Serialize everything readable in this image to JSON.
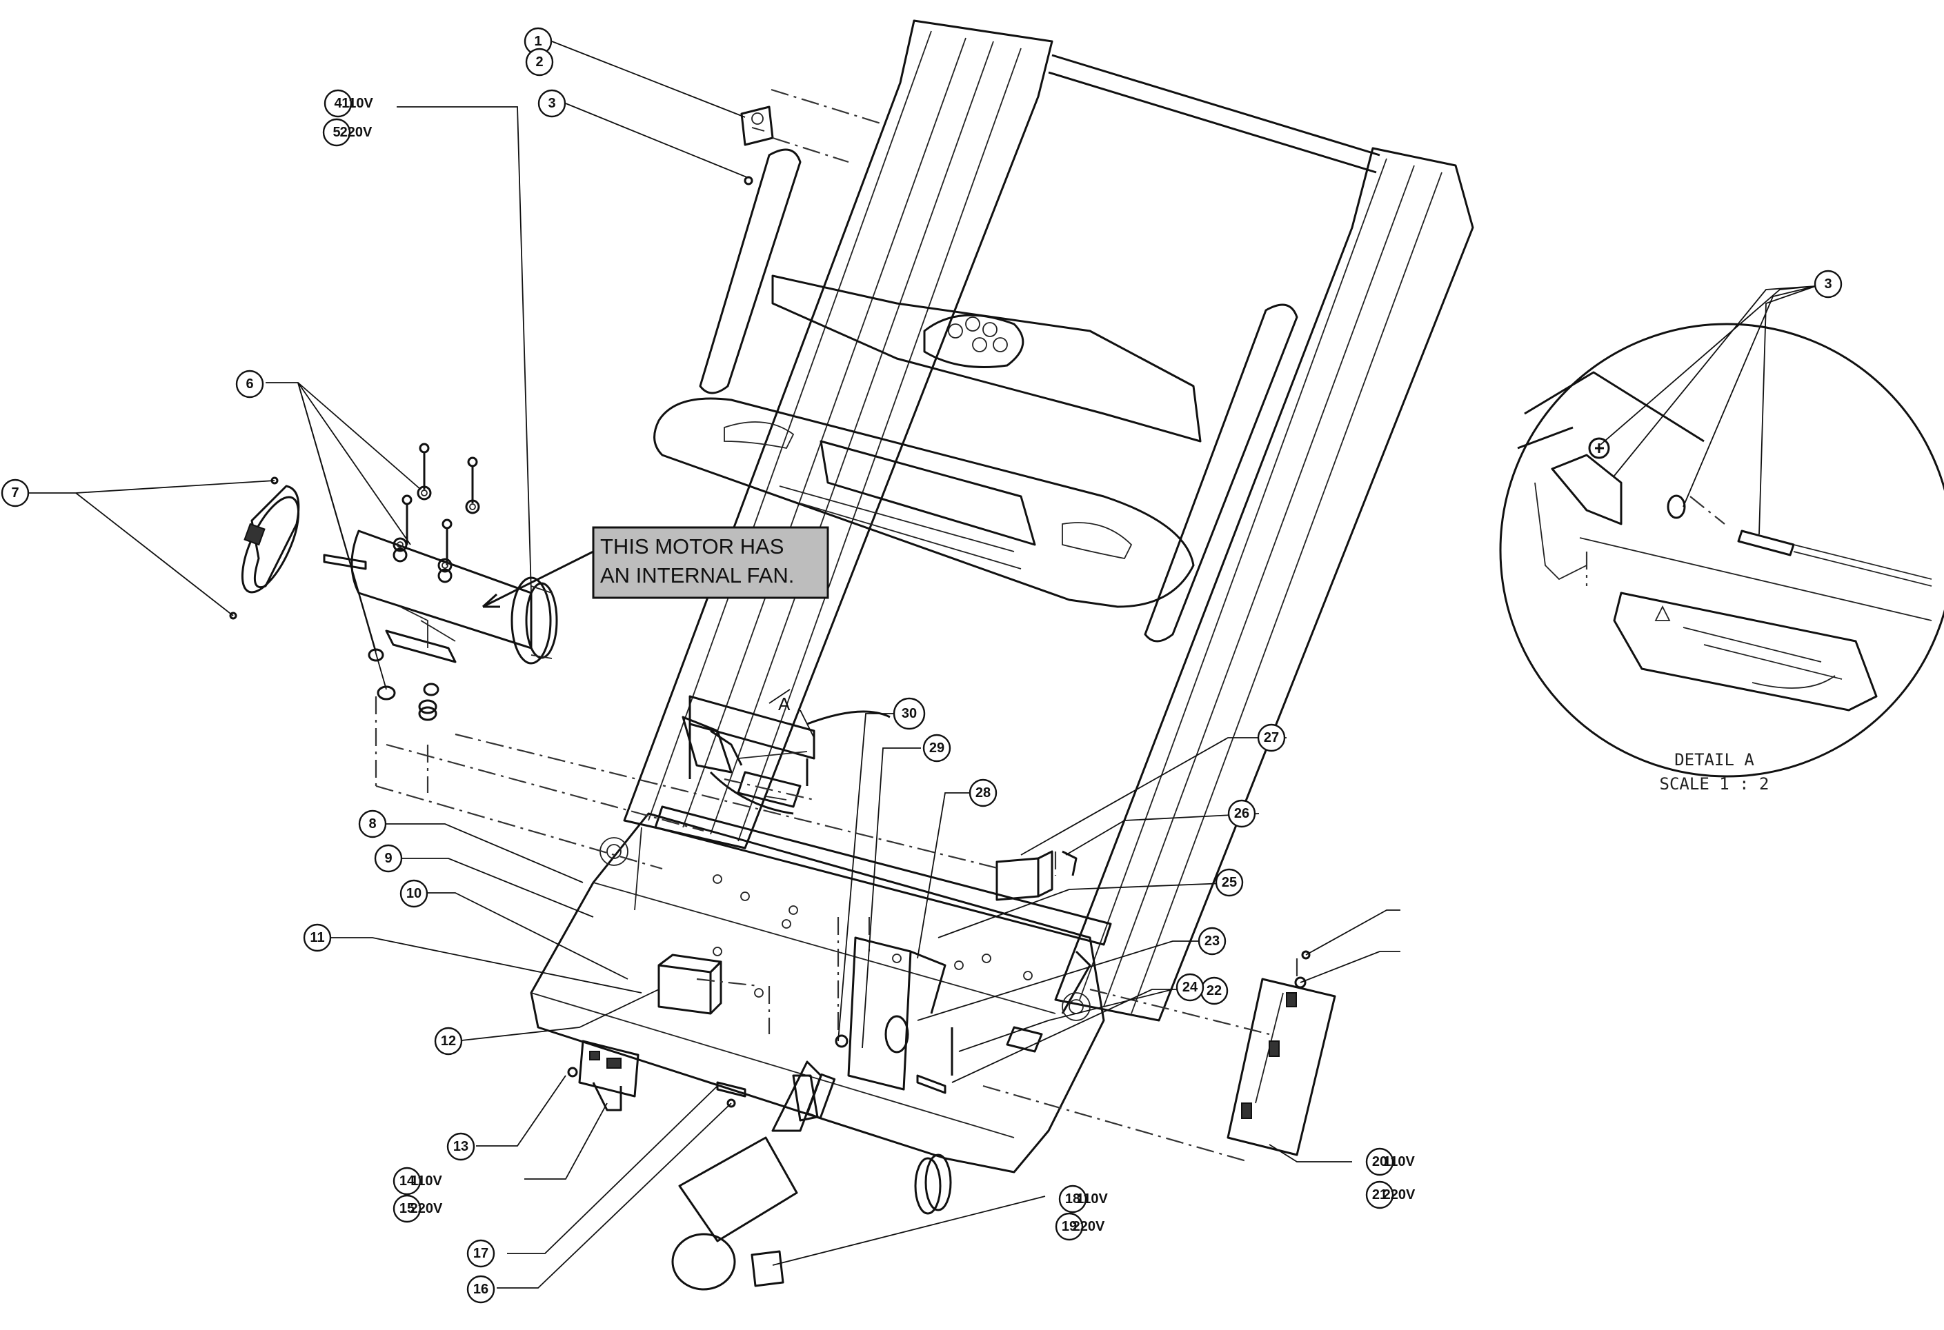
{
  "callouts": [
    {
      "num": "1",
      "volt": ""
    },
    {
      "num": "2",
      "volt": ""
    },
    {
      "num": "3",
      "volt": ""
    },
    {
      "num": "4",
      "volt": "110V"
    },
    {
      "num": "5",
      "volt": "220V"
    },
    {
      "num": "6",
      "volt": ""
    },
    {
      "num": "7",
      "volt": ""
    },
    {
      "num": "8",
      "volt": ""
    },
    {
      "num": "9",
      "volt": ""
    },
    {
      "num": "10",
      "volt": ""
    },
    {
      "num": "11",
      "volt": ""
    },
    {
      "num": "12",
      "volt": ""
    },
    {
      "num": "13",
      "volt": ""
    },
    {
      "num": "14",
      "volt": "110V"
    },
    {
      "num": "15",
      "volt": "220V"
    },
    {
      "num": "16",
      "volt": ""
    },
    {
      "num": "17",
      "volt": ""
    },
    {
      "num": "18",
      "volt": "110V"
    },
    {
      "num": "19",
      "volt": "220V"
    },
    {
      "num": "20",
      "volt": "110V"
    },
    {
      "num": "21",
      "volt": "220V"
    },
    {
      "num": "22",
      "volt": ""
    },
    {
      "num": "23",
      "volt": ""
    },
    {
      "num": "24",
      "volt": ""
    },
    {
      "num": "25",
      "volt": ""
    },
    {
      "num": "26",
      "volt": ""
    },
    {
      "num": "27",
      "volt": ""
    },
    {
      "num": "28",
      "volt": ""
    },
    {
      "num": "29",
      "volt": ""
    },
    {
      "num": "30",
      "volt": ""
    },
    {
      "num": "3",
      "volt": ""
    }
  ],
  "note": {
    "line1": "THIS MOTOR HAS",
    "line2": "AN INTERNAL FAN."
  },
  "detail": {
    "marker": "A",
    "title": "DETAIL A",
    "scale": "SCALE 1 : 2"
  }
}
